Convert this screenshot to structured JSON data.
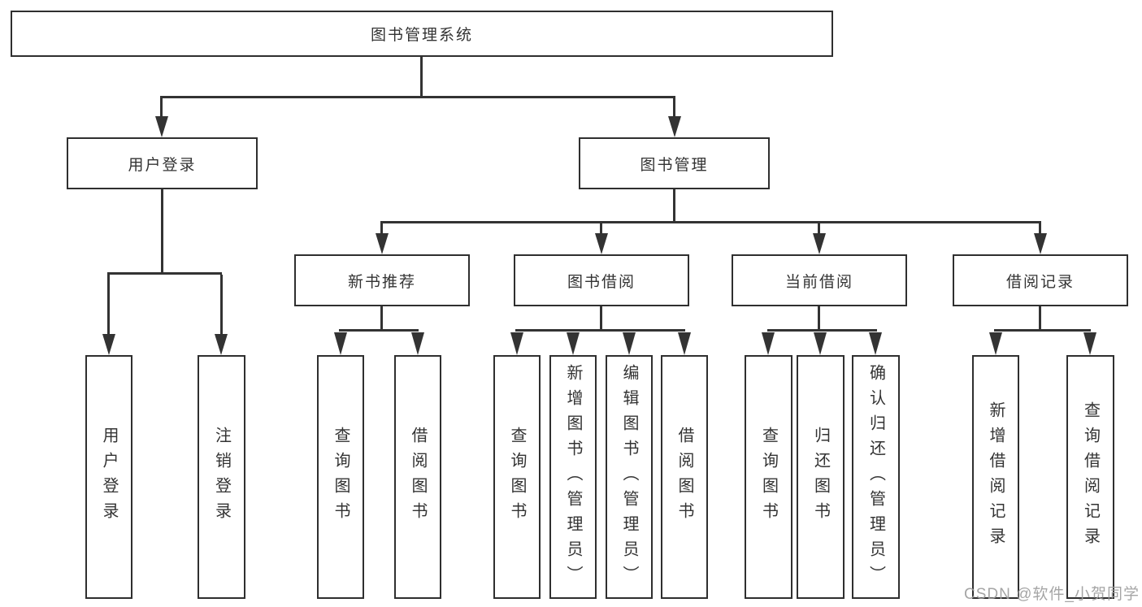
{
  "colors": {
    "line": "#333333",
    "box_border": "#2f2f2f",
    "text": "#333333",
    "background": "#ffffff",
    "watermark": "#9c9c9c"
  },
  "tree": {
    "label": "图书管理系统",
    "children": [
      {
        "label": "用户登录",
        "children": [
          {
            "label": "用户登录"
          },
          {
            "label": "注销登录"
          }
        ]
      },
      {
        "label": "图书管理",
        "children": [
          {
            "label": "新书推荐",
            "children": [
              {
                "label": "查询图书"
              },
              {
                "label": "借阅图书"
              }
            ]
          },
          {
            "label": "图书借阅",
            "children": [
              {
                "label": "查询图书"
              },
              {
                "label": "新增图书（管理员）"
              },
              {
                "label": "编辑图书（管理员）"
              },
              {
                "label": "借阅图书"
              }
            ]
          },
          {
            "label": "当前借阅",
            "children": [
              {
                "label": "查询图书"
              },
              {
                "label": "归还图书"
              },
              {
                "label": "确认归还（管理员）"
              }
            ]
          },
          {
            "label": "借阅记录",
            "children": [
              {
                "label": "新增借阅记录"
              },
              {
                "label": "查询借阅记录"
              }
            ]
          }
        ]
      }
    ]
  },
  "watermark": {
    "text": "CSDN @软件_小贺同学"
  }
}
